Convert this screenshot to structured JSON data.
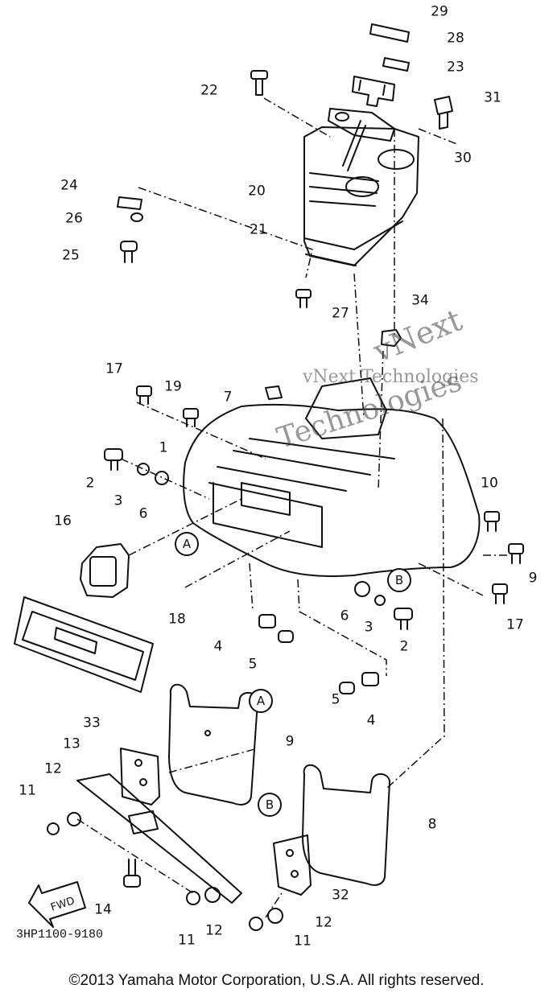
{
  "diagram": {
    "part_numbers": [
      "29",
      "28",
      "23",
      "22",
      "31",
      "30",
      "24",
      "20",
      "26",
      "21",
      "25",
      "27",
      "34",
      "17",
      "19",
      "7",
      "1",
      "2",
      "3",
      "6",
      "16",
      "18",
      "10",
      "9",
      "6",
      "3",
      "2",
      "17",
      "4",
      "5",
      "5",
      "4",
      "33",
      "13",
      "12",
      "11",
      "9",
      "8",
      "14",
      "11",
      "12",
      "32",
      "12",
      "11"
    ],
    "circled_labels": [
      "A",
      "B",
      "A",
      "B"
    ],
    "watermark_1": "vNext",
    "watermark_2": "vNext Technologies",
    "watermark_3": "Technologies",
    "arrow_label": "FWD",
    "drawing_code": "3HP1100-9180"
  },
  "footer": {
    "copyright": "©2013 Yamaha Motor Corporation, U.S.A. All rights reserved."
  }
}
